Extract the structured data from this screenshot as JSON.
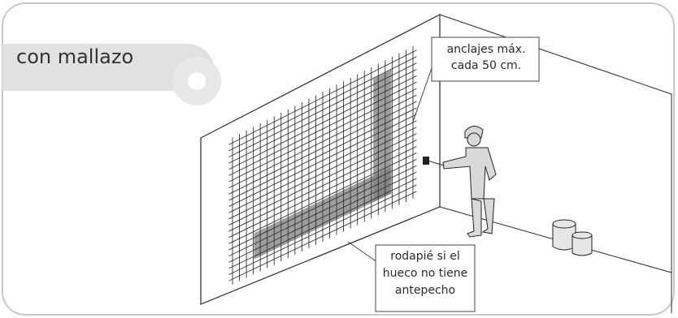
{
  "title": "con mallazo",
  "callouts": {
    "anchors": {
      "line1": "anclajes máx.",
      "line2": "cada 50 cm."
    },
    "plinth": {
      "line1": "rodapié si el",
      "line2": "hueco no tiene",
      "line3": "antepecho"
    }
  },
  "colors": {
    "tab": "#e1e1e1",
    "frame": "#c8c8c8",
    "mesh_band": "#7d7d7d"
  },
  "icons": [
    "worker-figure",
    "paint-bucket-icon"
  ]
}
